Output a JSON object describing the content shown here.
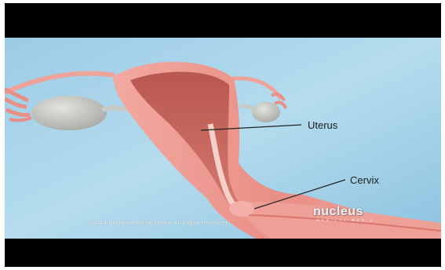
{
  "labels": {
    "uterus": "Uterus",
    "cervix": "Cervix"
  },
  "watermark": {
    "copyright": "© 2014 Nucleus Medical Media. All Rights Reserved",
    "logo_main": "nucleus",
    "logo_sub": "MEDICAL MEDIA"
  },
  "colors": {
    "background": "#a9d4ea",
    "tissue": "#e8968e",
    "tissue_dark": "#c9655c",
    "ovary": "#c9cbc6",
    "letterbox": "#000000"
  }
}
